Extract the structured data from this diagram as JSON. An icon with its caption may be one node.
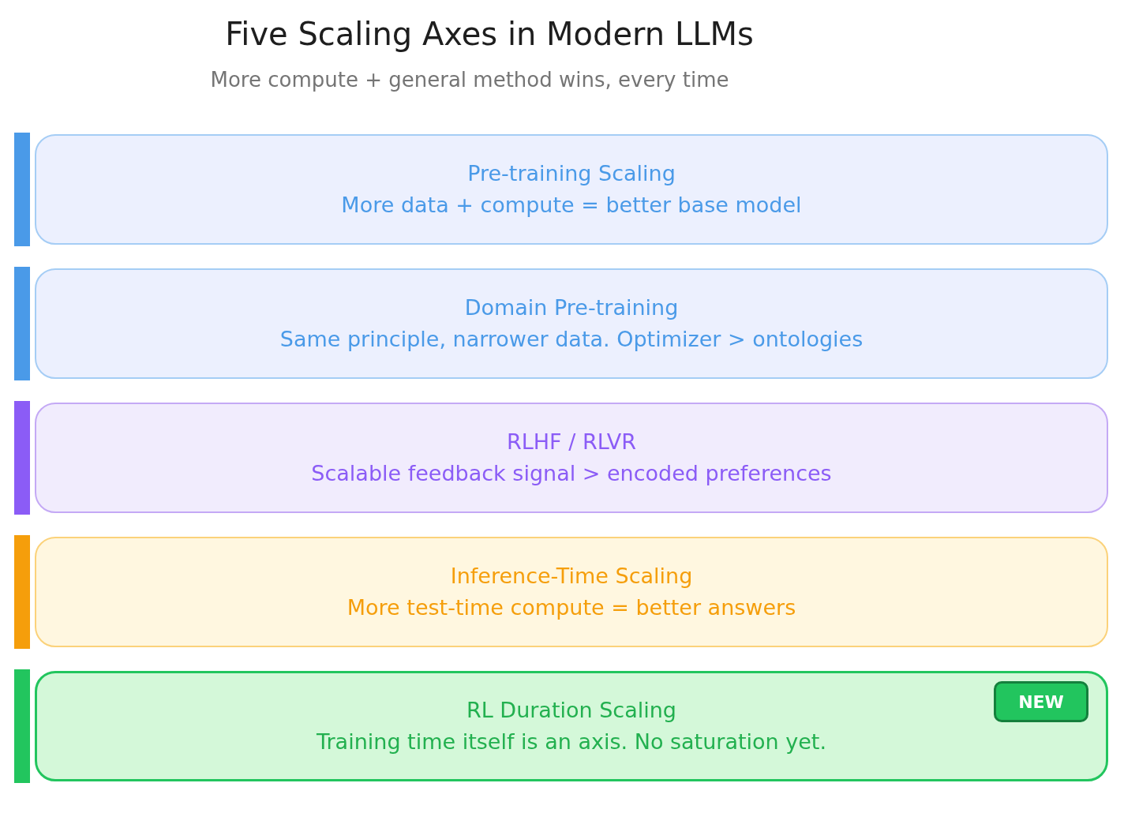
{
  "diagram": {
    "title": "Five Scaling Axes in Modern LLMs",
    "nodes": [
      {
        "text": [
          "Pre-training Scaling",
          "More data + compute = better base model"
        ]
      },
      {
        "text": [
          "Domain Pre-training",
          "Same principle, narrower data. Optimizer > ontologies"
        ]
      },
      {
        "text": [
          "RLHF / RLVR",
          "Scalable feedback signal > encoded preferences"
        ]
      },
      {
        "text": [
          "Inference-Time Scaling",
          "More test-time compute = better answers"
        ]
      },
      {
        "text": [
          "RL Duration Scaling",
          "Training time itself is an axis. No saturation yet."
        ]
      },
      {
        "text": [
          "NEW"
        ],
        "in": 4
      }
    ],
    "edges": [],
    "labels": [
      "More compute + general method wins, every time"
    ]
  }
}
